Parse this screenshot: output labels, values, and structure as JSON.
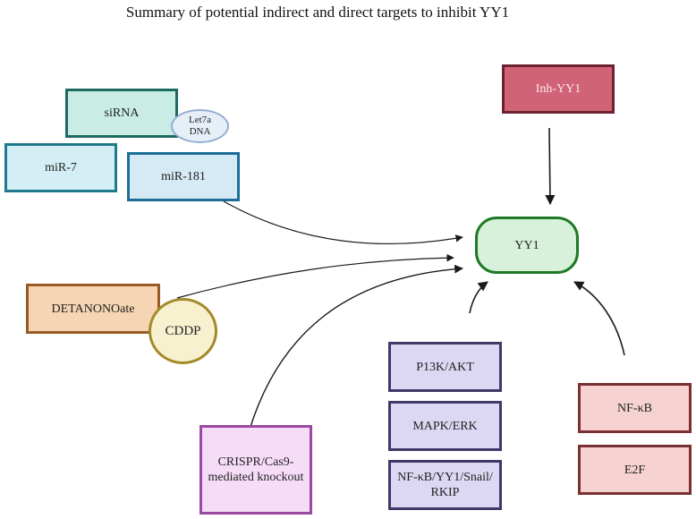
{
  "title": "Summary of potential indirect and direct targets to inhibit YY1",
  "nodes": {
    "sirna": "siRNA",
    "let7a": "Let7a DNA",
    "mir7": "miR-7",
    "mir181": "miR-181",
    "inh_yy1": "Inh-YY1",
    "yy1": "YY1",
    "detanonoate": "DETANONOate",
    "cddp": "CDDP",
    "pi3k_akt": "P13K/AKT",
    "mapk_erk": "MAPK/ERK",
    "nfkb_yy1_snail_rkip": "NF-κB/YY1/Snail/ RKIP",
    "nfkb": "NF-κB",
    "e2f": "E2F",
    "crispr": "CRISPR/Cas9- mediated knockout"
  },
  "edges": [
    {
      "from": "Inh-YY1",
      "to": "YY1"
    },
    {
      "from": "miR-181",
      "to": "YY1"
    },
    {
      "from": "CDDP",
      "to": "YY1"
    },
    {
      "from": "CRISPR/Cas9-mediated knockout",
      "to": "YY1"
    },
    {
      "from": "P13K/AKT",
      "to": "YY1"
    },
    {
      "from": "NF-κB",
      "to": "YY1"
    }
  ]
}
